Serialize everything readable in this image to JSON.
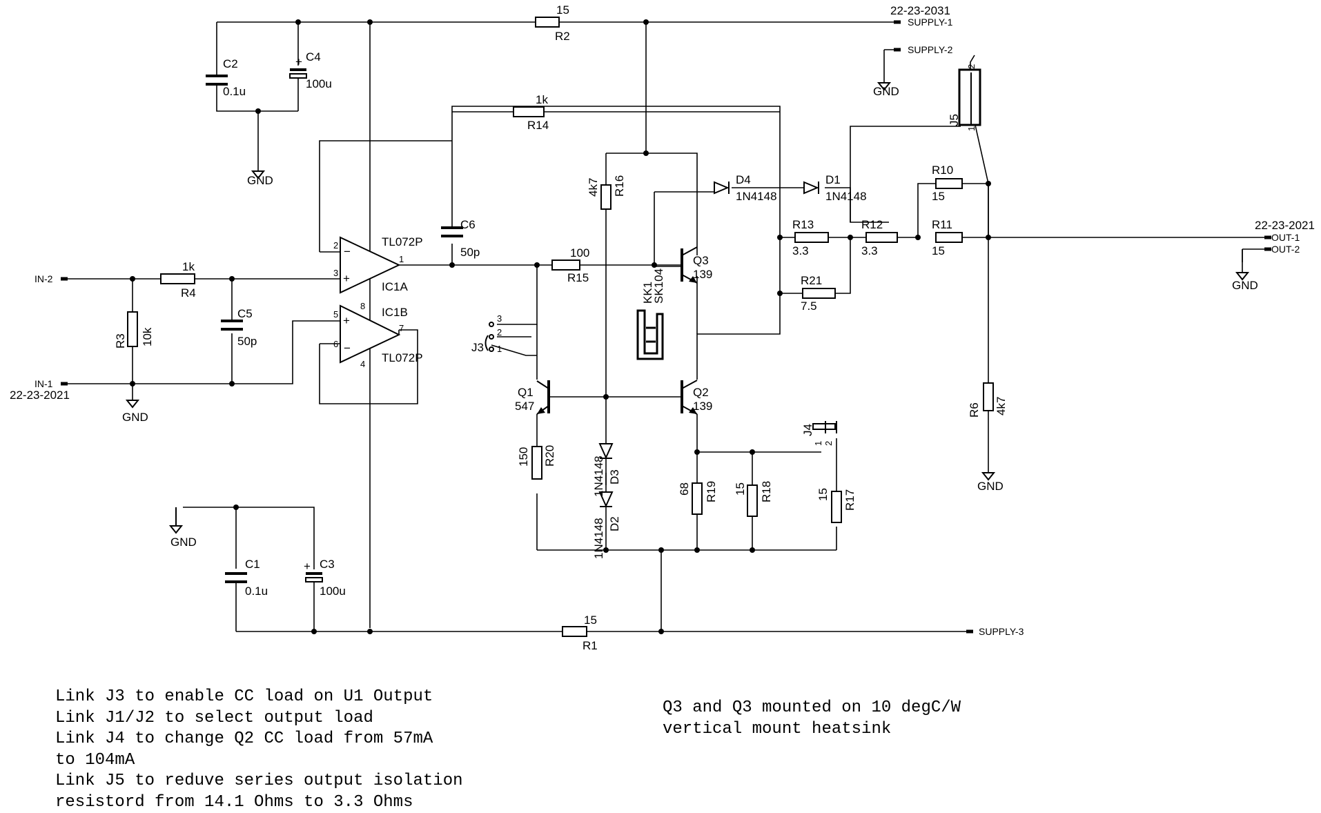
{
  "nets": {
    "supply1_code": "22-23-2031",
    "supply1": "SUPPLY-1",
    "supply2": "SUPPLY-2",
    "supply3": "SUPPLY-3",
    "in1": "IN-1",
    "in2": "IN-2",
    "in_code": "22-23-2021",
    "out1": "OUT-1",
    "out2": "OUT-2",
    "out_code": "22-23-2021",
    "gnd": "GND"
  },
  "parts": {
    "c2": {
      "ref": "C2",
      "val": "0.1u"
    },
    "c4": {
      "ref": "C4",
      "val": "100u"
    },
    "c1": {
      "ref": "C1",
      "val": "0.1u"
    },
    "c3": {
      "ref": "C3",
      "val": "100u"
    },
    "c5": {
      "ref": "C5",
      "val": "50p"
    },
    "c6": {
      "ref": "C6",
      "val": "50p"
    },
    "r1": {
      "ref": "R1",
      "val": "15"
    },
    "r2": {
      "ref": "R2",
      "val": "15"
    },
    "r3": {
      "ref": "R3",
      "val": "10k"
    },
    "r4": {
      "ref": "R4",
      "val": "1k"
    },
    "r6": {
      "ref": "R6",
      "val": "4k7"
    },
    "r10": {
      "ref": "R10",
      "val": "15"
    },
    "r11": {
      "ref": "R11",
      "val": "15"
    },
    "r12": {
      "ref": "R12",
      "val": "3.3"
    },
    "r13": {
      "ref": "R13",
      "val": "3.3"
    },
    "r14": {
      "ref": "R14",
      "val": "1k"
    },
    "r15": {
      "ref": "R15",
      "val": "100"
    },
    "r16": {
      "ref": "R16",
      "val": "4k7"
    },
    "r17": {
      "ref": "R17",
      "val": "15"
    },
    "r18": {
      "ref": "R18",
      "val": "15"
    },
    "r19": {
      "ref": "R19",
      "val": "68"
    },
    "r20": {
      "ref": "R20",
      "val": "150"
    },
    "r21": {
      "ref": "R21",
      "val": "7.5"
    },
    "d1": {
      "ref": "D1",
      "val": "1N4148"
    },
    "d2": {
      "ref": "D2",
      "val": "1N4148"
    },
    "d3": {
      "ref": "D3",
      "val": "1N4148"
    },
    "d4": {
      "ref": "D4",
      "val": "1N4148"
    },
    "q1": {
      "ref": "Q1",
      "val": "547"
    },
    "q2": {
      "ref": "Q2",
      "val": "139"
    },
    "q3": {
      "ref": "Q3",
      "val": "139"
    },
    "ic1a": {
      "ref": "IC1A",
      "val": "TL072P"
    },
    "ic1b": {
      "ref": "IC1B",
      "val": "TL072P"
    },
    "kk1": {
      "ref": "KK1",
      "val": "SK104"
    },
    "j3": {
      "ref": "J3"
    },
    "j4": {
      "ref": "J4"
    },
    "j5": {
      "ref": "J5"
    }
  },
  "pins": {
    "ic1a_in_minus": "2",
    "ic1a_in_plus": "3",
    "ic1a_out": "1",
    "ic1b_in_plus": "5",
    "ic1b_in_minus": "6",
    "ic1b_out": "7",
    "ic_vcc": "8",
    "ic_vee": "4",
    "j3_1": "1",
    "j3_2": "2",
    "j3_3": "3",
    "j4_1": "1",
    "j4_2": "2",
    "j5_1": "1",
    "j5_2": "2",
    "plus": "+",
    "minus": "−"
  },
  "notes": {
    "left": [
      "Link J3 to enable CC load on U1 Output",
      "Link J1/J2 to select output load",
      "Link J4 to change Q2 CC load from 57mA",
      "to 104mA",
      "Link J5 to reduve series output isolation",
      "resistord from 14.1 Ohms to 3.3 Ohms"
    ],
    "right": [
      "Q3 and Q3 mounted on 10 degC/W",
      "vertical mount heatsink"
    ]
  }
}
